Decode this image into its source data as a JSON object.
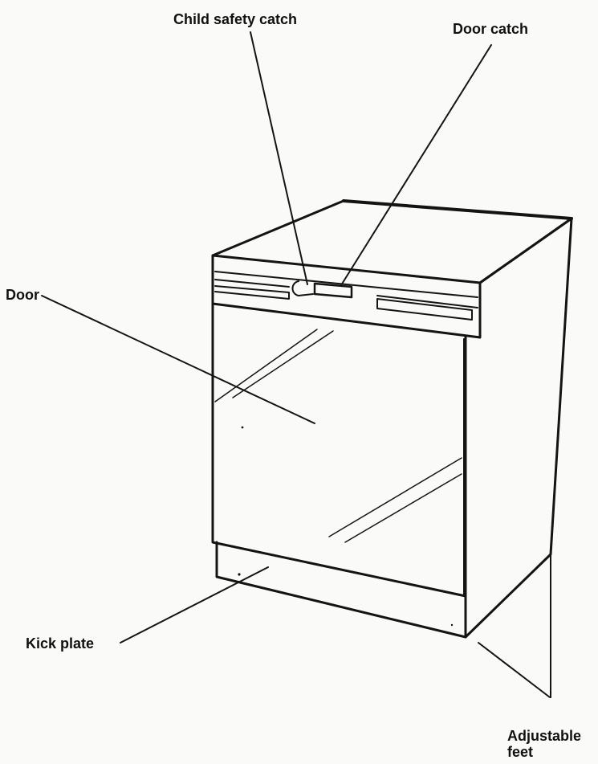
{
  "diagram": {
    "labels": {
      "child_safety_catch": "Child safety catch",
      "door_catch": "Door catch",
      "door": "Door",
      "kick_plate": "Kick plate",
      "adjustable_feet_line1": "Adjustable",
      "adjustable_feet_line2": "feet"
    }
  }
}
